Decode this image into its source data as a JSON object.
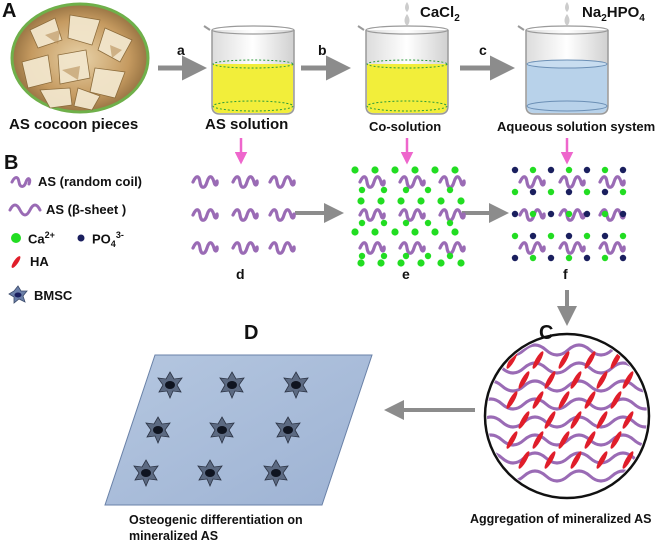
{
  "panel_letters": {
    "a_top": "A",
    "b_legend": "B",
    "c_panel": "C",
    "d_panel": "D"
  },
  "captions": {
    "cocoon": "AS cocoon pieces",
    "solution": "AS solution",
    "cosolution": "Co-solution",
    "aqueous": "Aqueous solution system",
    "aggregation": "Aggregation of mineralized AS",
    "osteogenic_line1": "Osteogenic differentiation on",
    "osteogenic_line2": "mineralized AS"
  },
  "steps": {
    "a": "a",
    "b": "b",
    "c": "c"
  },
  "sub_labels": {
    "d": "d",
    "e": "e",
    "f": "f"
  },
  "reagents": {
    "cacl2": "CaCl",
    "cacl2_sub": "2",
    "na_main": "Na",
    "na_sub1": "2",
    "na_mid": "HPO",
    "na_sub2": "4"
  },
  "legend": {
    "random_coil": "AS (random coil)",
    "beta_sheet": "AS (β-sheet )",
    "ca": "Ca",
    "ca_sup": "2+",
    "po4": "PO",
    "po4_sub": "4",
    "po4_sup": "3-",
    "ha": "HA",
    "bmsc": "BMSC"
  },
  "colors": {
    "arrow_gray": "#8c8c8c",
    "pink_arrow": "#ee66cc",
    "coil_purple": "#9a6bb5",
    "ca_green": "#22dd22",
    "po4_navy": "#1a1f5e",
    "ha_red": "#e01e2a",
    "yellow_solution": "#f2ee3a",
    "blue_solution": "#b8d2ea",
    "plate_blue": "#a9bddb"
  }
}
